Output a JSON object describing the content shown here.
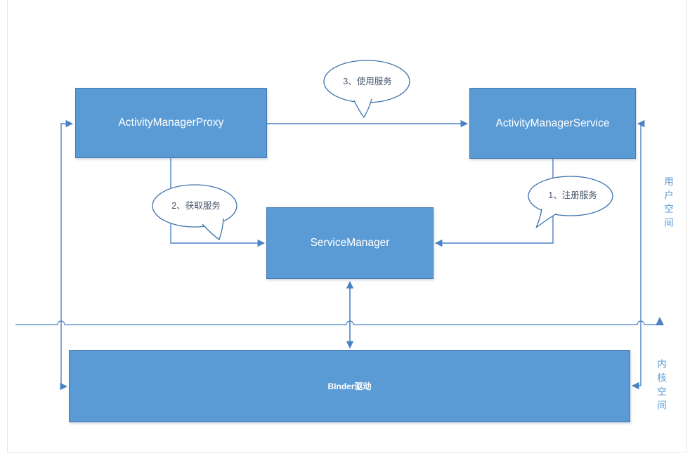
{
  "diagram": {
    "boxes": {
      "proxy": {
        "label": "ActivityManagerProxy"
      },
      "service": {
        "label": "ActivityManagerService"
      },
      "service_manager": {
        "label": "ServiceManager"
      },
      "binder": {
        "label": "BInder驱动"
      }
    },
    "callouts": {
      "use": {
        "label": "3、使用服务"
      },
      "get": {
        "label": "2、获取服务"
      },
      "register": {
        "label": "1、注册服务"
      }
    },
    "regions": {
      "user": {
        "label": "用户空间"
      },
      "kernel": {
        "label": "内核空间"
      }
    },
    "colors": {
      "box_fill": "#5b9bd5",
      "box_border": "#4879ae",
      "box_text": "#ffffff",
      "connector": "#4a82c4",
      "callout_border": "#3c72ad",
      "callout_text": "#44546a",
      "region_text": "#5b9bd5",
      "frame_border": "#e6e6e6"
    }
  }
}
